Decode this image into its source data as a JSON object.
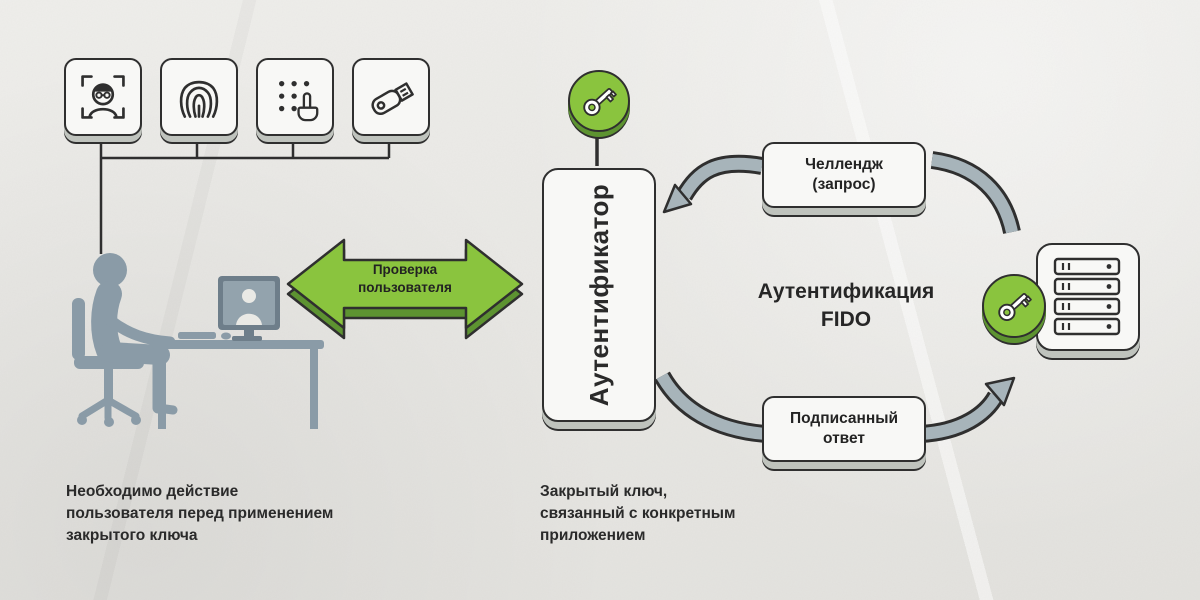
{
  "colors": {
    "background": "#eae9e5",
    "accent_green": "#8ac43e",
    "accent_green_dark": "#5d9331",
    "outline_dark": "#2f2f2f",
    "arrow_band_gray": "#a7b4ba",
    "silhouette_gray": "#8a9ba7",
    "card_background": "#f8f8f6",
    "extrusion_gray": "#bfc3bd"
  },
  "auth_method_icons": [
    "face-recognition-icon",
    "fingerprint-icon",
    "pin-entry-icon",
    "usb-security-key-icon"
  ],
  "icons": {
    "key_badge_top": "key-icon",
    "key_badge_server": "key-icon",
    "server": "server-icon",
    "user_at_computer": "user-at-computer-icon"
  },
  "labels": {
    "user_verification": "Проверка\nпользователя",
    "authenticator": "Аутентификатор",
    "challenge": "Челлендж\n(запрос)",
    "signed_response": "Подписанный\nответ",
    "fido_title": "Аутентификация\nFIDO",
    "caption_user_action": "Необходимо действие\nпользователя перед применением\nзакрытого ключа",
    "caption_private_key": "Закрытый ключ,\nсвязанный с конкретным\nприложением"
  }
}
